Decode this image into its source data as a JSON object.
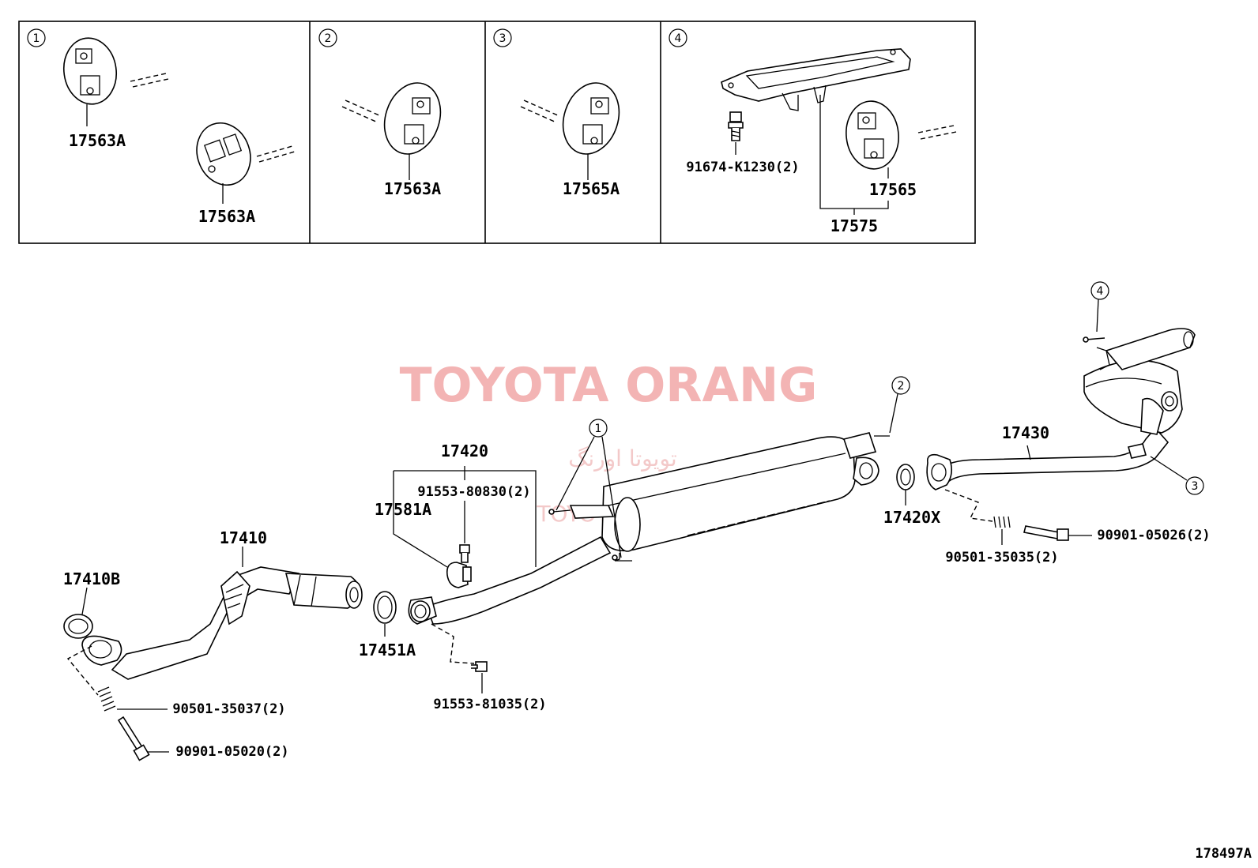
{
  "insets": [
    {
      "number": "1",
      "labels": [
        "17563A",
        "17563A"
      ]
    },
    {
      "number": "2",
      "labels": [
        "17563A"
      ]
    },
    {
      "number": "3",
      "labels": [
        "17565A"
      ]
    },
    {
      "number": "4",
      "labels": [
        "91674-K1230(2)",
        "17565",
        "17575"
      ]
    }
  ],
  "parts": {
    "p17410B": "17410B",
    "p17410": "17410",
    "p90501_35037": "90501-35037(2)",
    "p90901_05020": "90901-05020(2)",
    "p17451A": "17451A",
    "p17420": "17420",
    "p91553_80830": "91553-80830(2)",
    "p17581A": "17581A",
    "p91553_81035": "91553-81035(2)",
    "p17420X": "17420X",
    "p17430": "17430",
    "p90901_05026": "90901-05026(2)",
    "p90501_35035": "90501-35035(2)",
    "c1": "1",
    "c2": "2",
    "c3": "3",
    "c4": "4"
  },
  "watermark": {
    "title": "TOYOTA ORANG",
    "persian": "تویوتا اورنگ",
    "site": "TOYOTAPART.IR"
  },
  "figure_id": "178497A"
}
